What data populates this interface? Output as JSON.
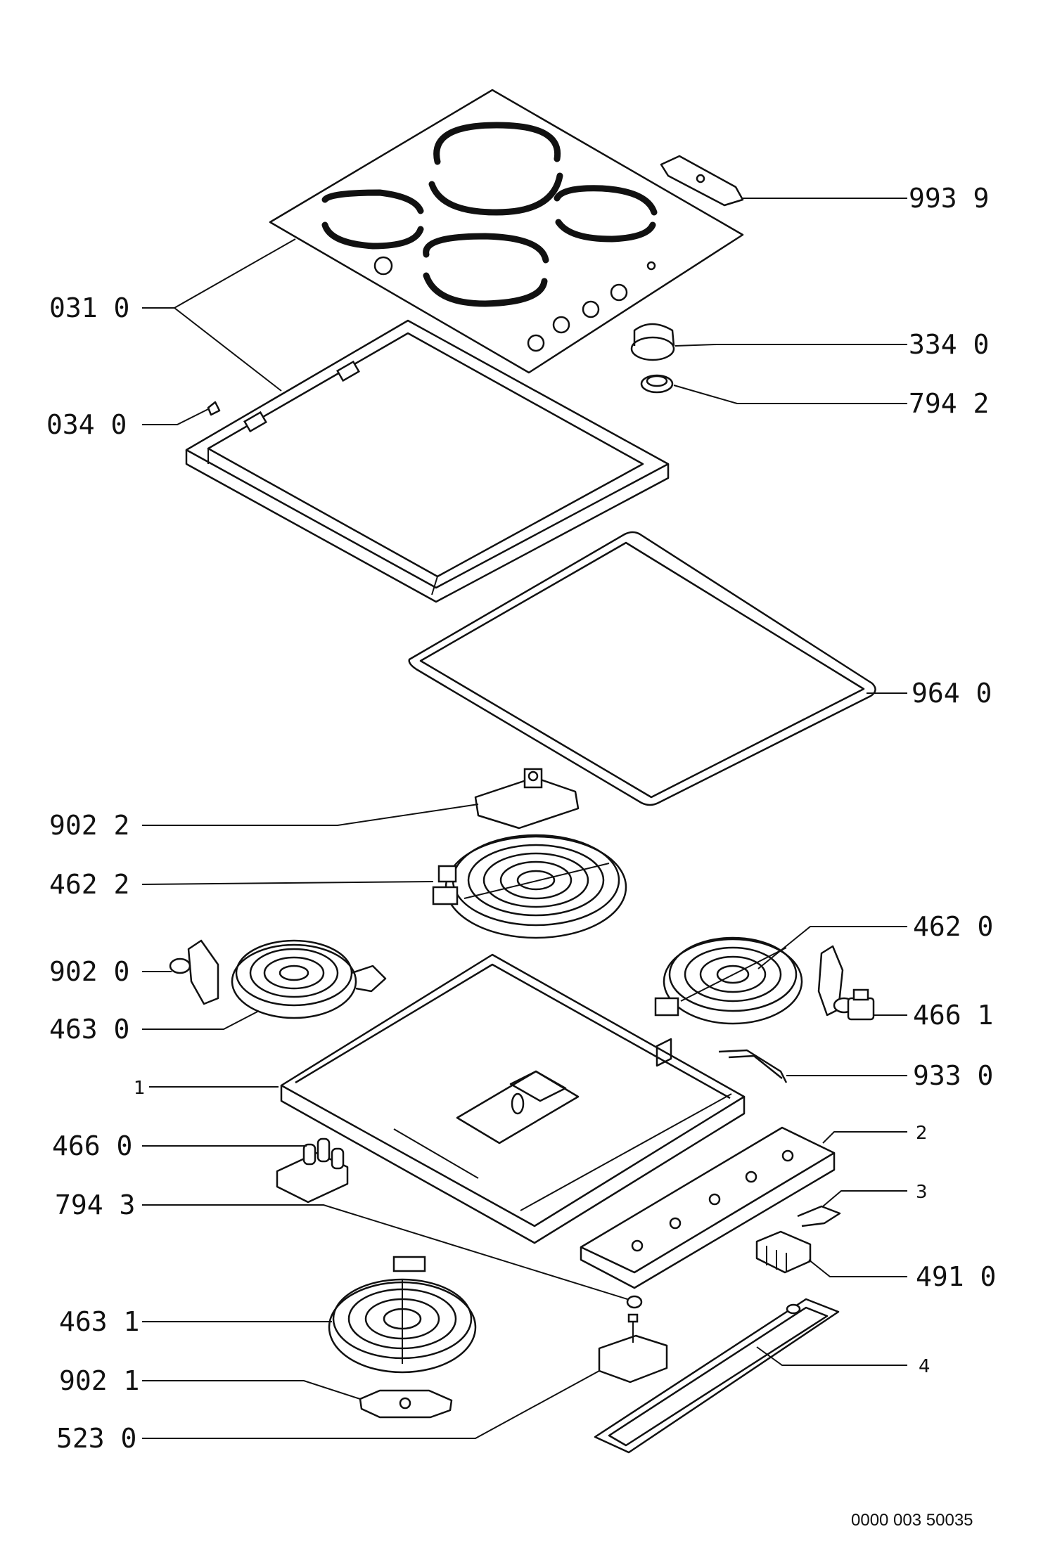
{
  "labels": {
    "l_9939": "993  9",
    "l_0310": "031  0",
    "l_3340": "334  0",
    "l_7942": "794  2",
    "l_0340": "034  0",
    "l_9640": "964  0",
    "l_9022": "902  2",
    "l_4622": "462  2",
    "l_4620": "462 0",
    "l_9020": "902  0",
    "l_4661": "466  1",
    "l_4630": "463  0",
    "l_9330": "933  0",
    "l_1": "1",
    "l_2": "2",
    "l_4660": "466  0",
    "l_3": "3",
    "l_7943": "794  3",
    "l_4910": "491  0",
    "l_4631": "463  1",
    "l_4": "4",
    "l_9021": "902  1",
    "l_5230": "523  0"
  },
  "document_number": "0000  003  50035"
}
